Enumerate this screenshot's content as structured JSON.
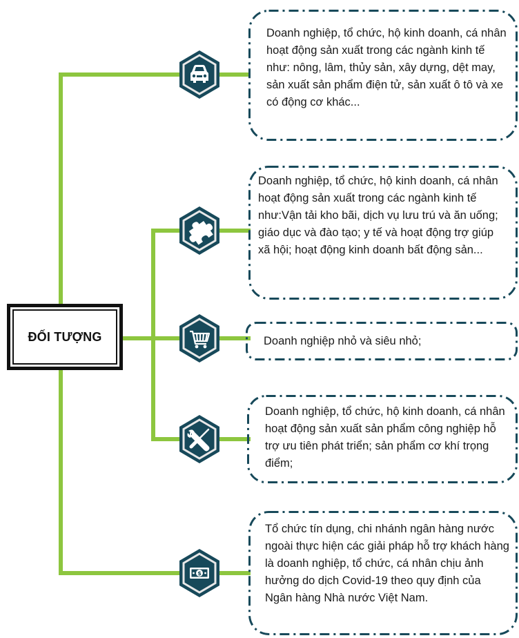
{
  "root": {
    "label": "ĐỐI TƯỢNG"
  },
  "colors": {
    "connector": "#8dc63f",
    "hex_fill": "#17495a",
    "hex_ring": "#e8e8e8",
    "frame": "#17495a"
  },
  "branches": [
    {
      "icon": "car-icon",
      "text": "Doanh nghiệp, tổ chức, hộ kinh doanh, cá nhân hoạt động sản xuất trong các ngành kinh tế như: nông, lâm, thủy sản, xây dựng, dệt may, sản xuất sản phẩm điện tử, sản xuất ô tô và xe có động cơ khác..."
    },
    {
      "icon": "puzzle-icon",
      "text": "Doanh nghiệp, tổ chức, hộ kinh doanh, cá nhân hoạt động sản xuất trong các ngành kinh tế như:Vận tải kho bãi, dịch vụ lưu trú và ăn uống; giáo dục và đào tạo; y tế và hoạt động trợ giúp xã hội; hoạt động kinh doanh bất động sản..."
    },
    {
      "icon": "shopping-cart-icon",
      "text": "Doanh nghiệp nhỏ và siêu nhỏ;"
    },
    {
      "icon": "tools-icon",
      "text": "Doanh nghiệp, tổ chức, hộ kinh doanh, cá nhân hoạt động sản xuất sản phẩm công nghiệp hỗ trợ ưu tiên phát triển; sản phẩm cơ khí trọng điểm;"
    },
    {
      "icon": "money-icon",
      "text": "Tổ chức tín dụng, chi nhánh ngân hàng nước ngoài thực hiện các giải pháp hỗ trợ khách hàng là doanh nghiệp, tổ chức, cá nhân chịu ảnh hưởng do dịch Covid-19 theo quy định của Ngân hàng Nhà nước Việt Nam."
    }
  ]
}
